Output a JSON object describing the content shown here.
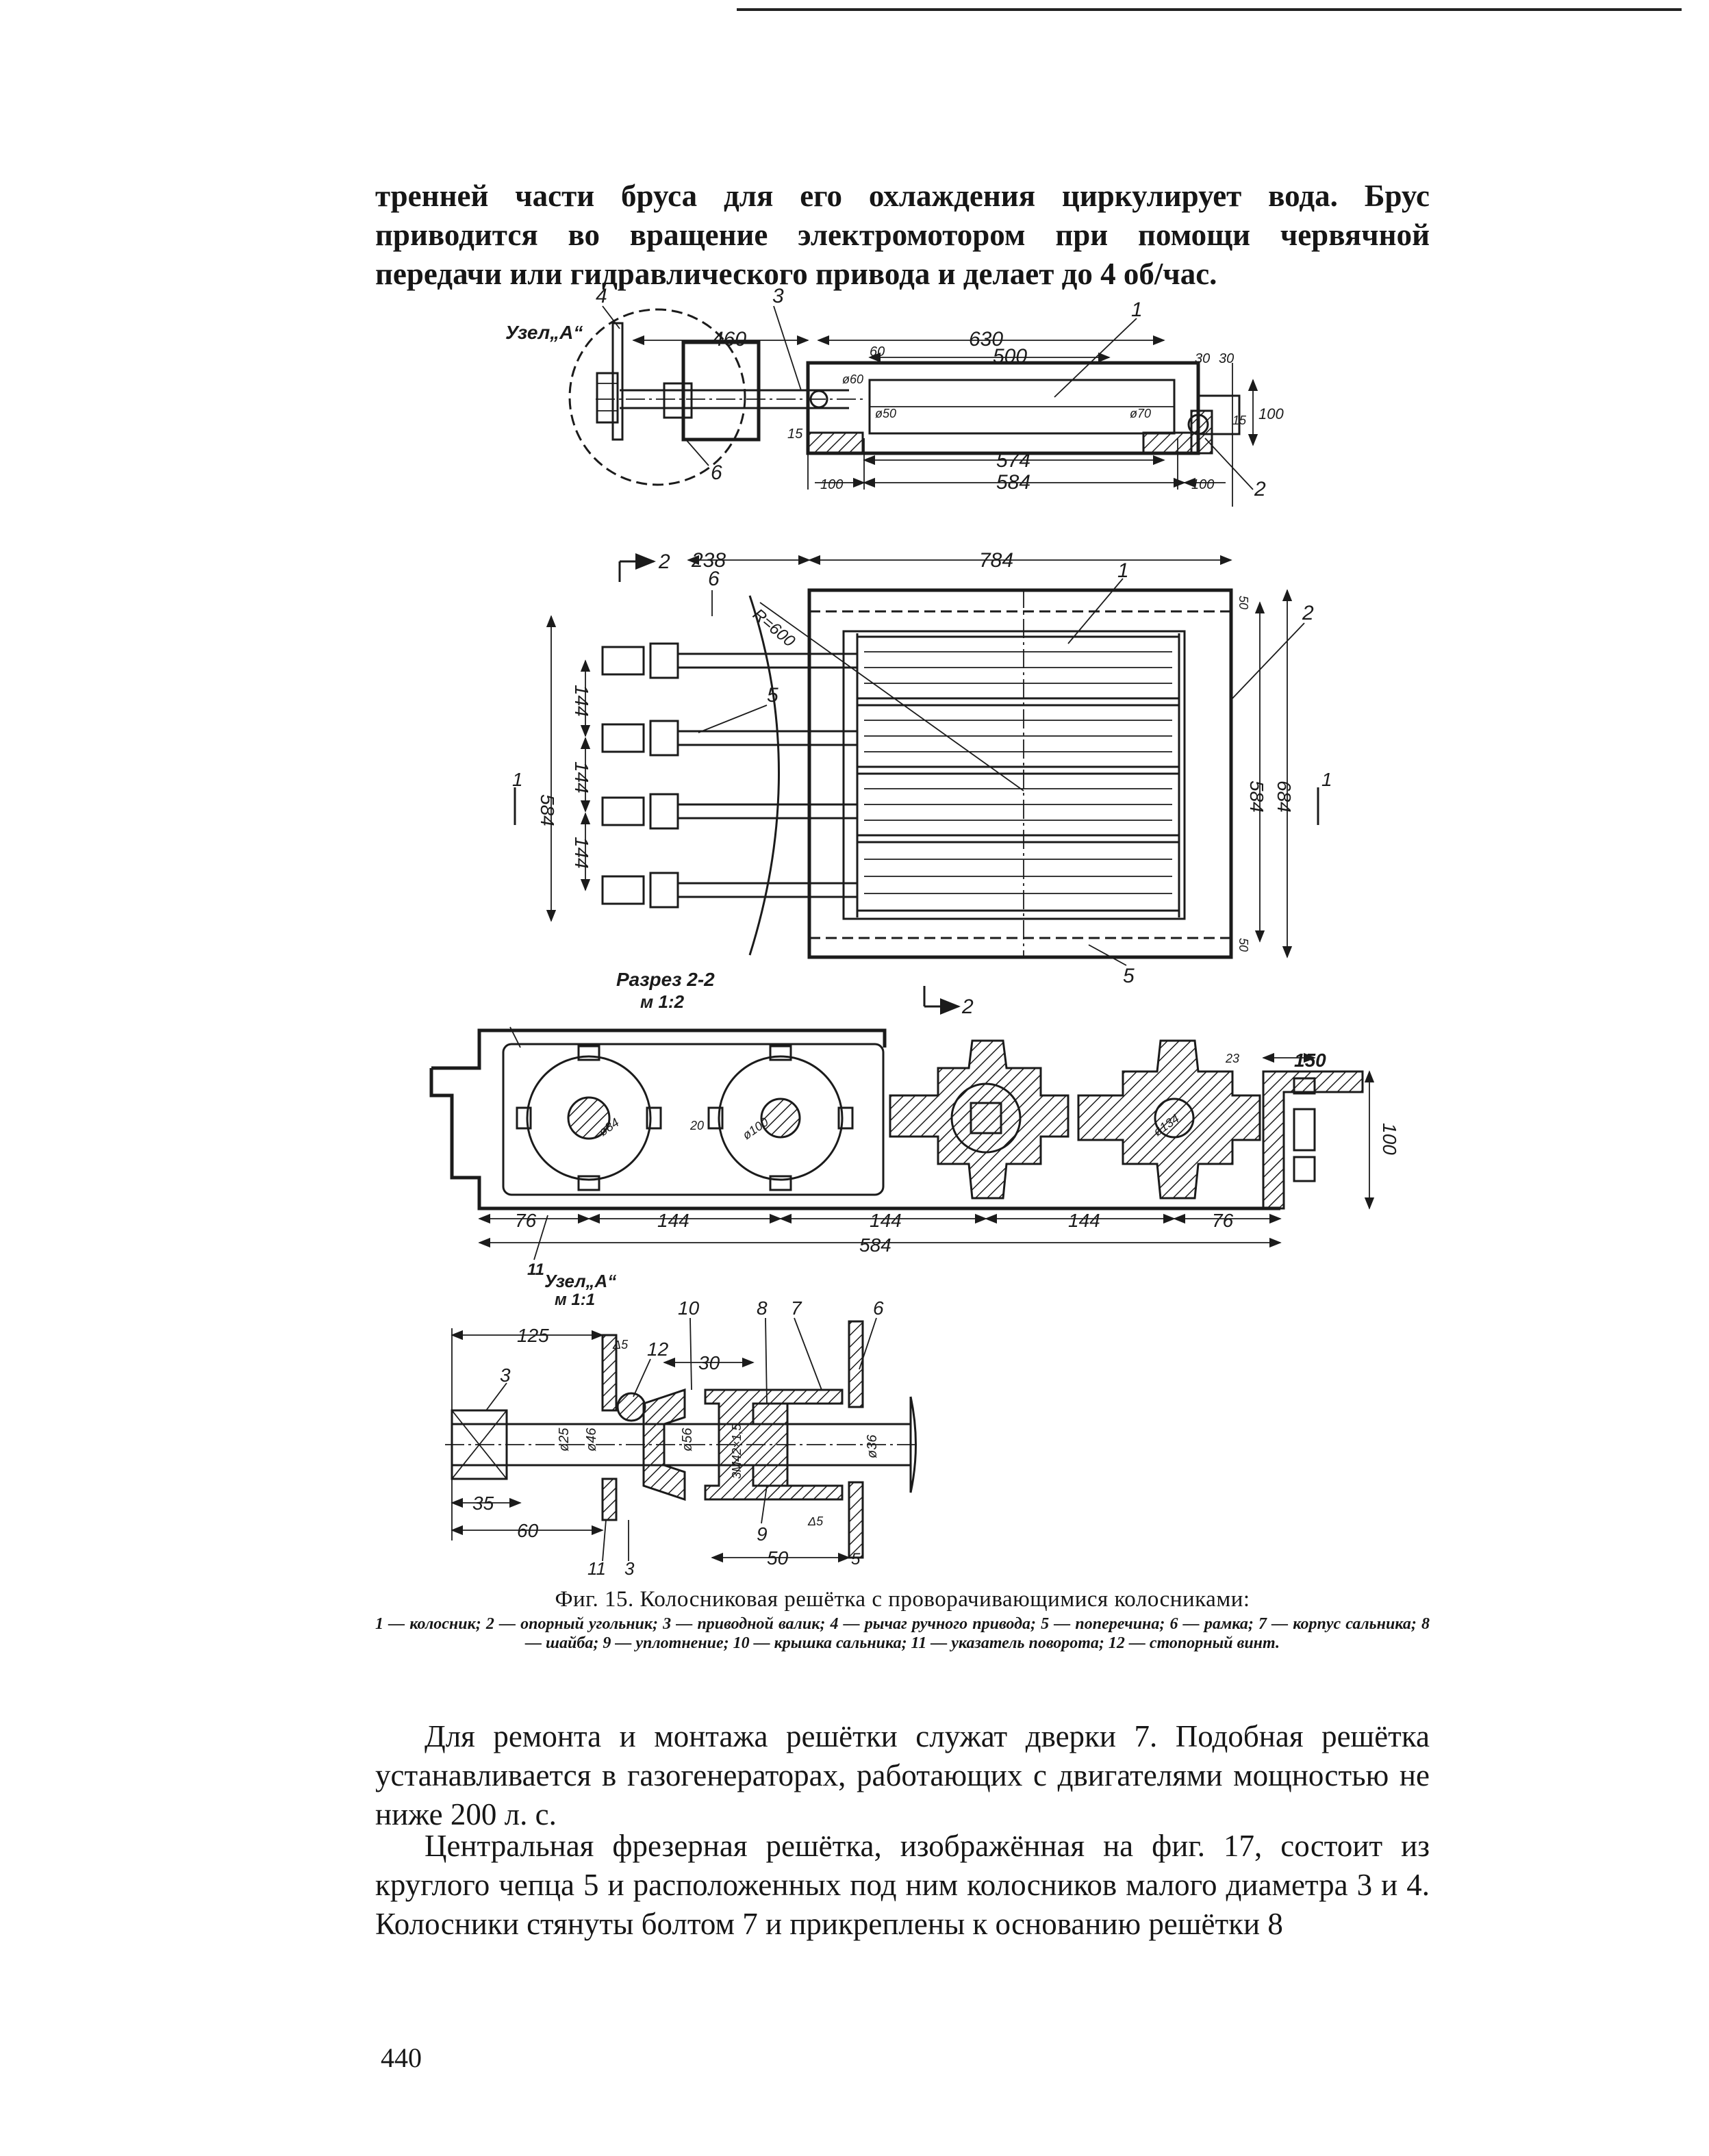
{
  "text_top": "тренней части бруса для его охлаждения циркулирует вода. Брус приводится во вращение электромотором при помощи червячной передачи или гидравлического привода и делает до 4 об/час.",
  "figure": {
    "view_top": {
      "node_label": "Узел„А“",
      "callouts": [
        "4",
        "3",
        "1",
        "6",
        "2"
      ],
      "dims": [
        "460",
        "630",
        "500",
        "574",
        "584",
        "100",
        "100",
        "60",
        "30",
        "30",
        "15",
        "ø60",
        "ø50",
        "ø70",
        "100",
        "15"
      ]
    },
    "view_plan": {
      "callouts": [
        "1",
        "2",
        "5",
        "6",
        "5"
      ],
      "dims": [
        "238",
        "784",
        "R=600",
        "584",
        "684",
        "144",
        "144",
        "144",
        "50",
        "50"
      ],
      "section_marks": [
        "2",
        "2",
        "1",
        "1"
      ]
    },
    "section": {
      "title": "Разрез 2-2",
      "scale": "м 1:2",
      "dims": [
        "76",
        "144",
        "144",
        "144",
        "76",
        "584",
        "150",
        "100",
        "ø100",
        "ø84",
        "ø134",
        "20",
        "23"
      ],
      "callouts": [
        "11"
      ]
    },
    "node_a": {
      "title": "Узел„А“",
      "scale": "м 1:1",
      "callouts": [
        "10",
        "8",
        "7",
        "6",
        "12",
        "3",
        "9",
        "11",
        "3"
      ],
      "dims": [
        "125",
        "30",
        "35",
        "60",
        "50",
        "5",
        "ø25",
        "ø46",
        "ø56",
        "ø36",
        "3М42×1,5",
        "Δ5",
        "Δ5"
      ]
    }
  },
  "caption": {
    "title": "Фиг. 15. Колосниковая решётка с проворачивающимися колосниками:",
    "legend": "1 — колосник; 2 — опорный угольник; 3 — приводной валик; 4 — рычаг ручного привода; 5 — поперечина; 6 — рамка; 7 — корпус сальника; 8 — шайба; 9 — уплотнение; 10 — крышка сальника; 11 — указатель поворота; 12 — стопорный винт."
  },
  "text_bottom_1": "Для ремонта и монтажа решётки служат дверки 7. Подобная решётка устанавливается в газогенераторах, работающих с двигателями мощностью не ниже 200 л. с.",
  "text_bottom_2": "Центральная фрезерная решётка, изображённая на фиг. 17, состоит из круглого чепца 5 и расположенных под ним колосников малого диаметра 3 и 4. Колосники стянуты болтом 7 и прикреплены к основанию решётки 8",
  "page_number": "440"
}
